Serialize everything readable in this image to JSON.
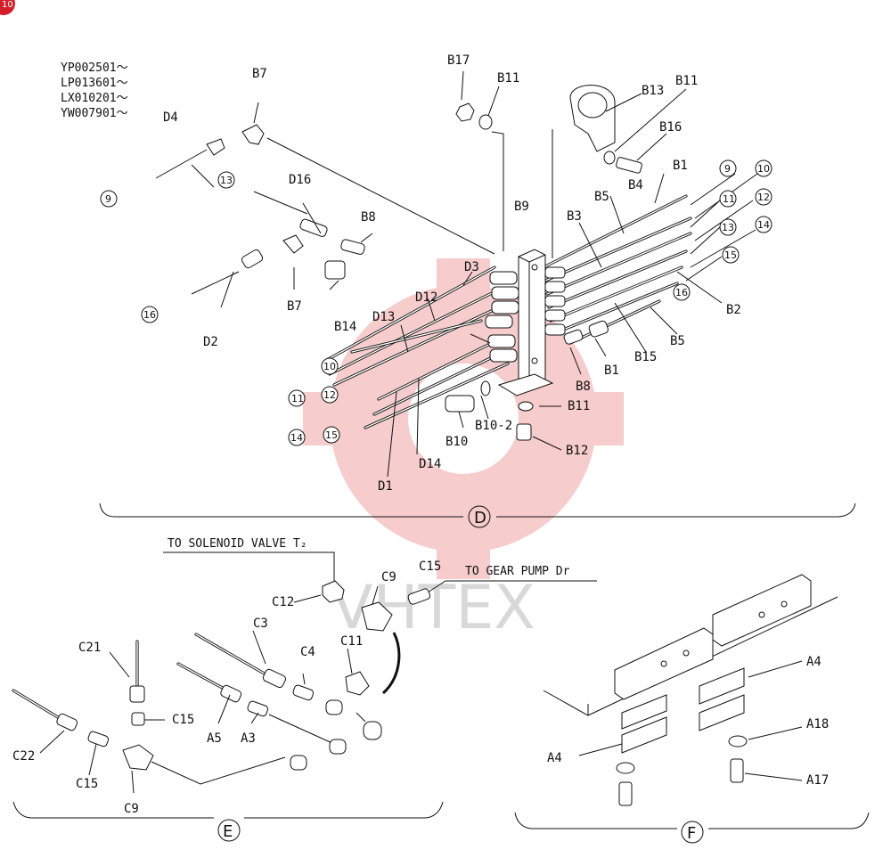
{
  "corner_badge": "10",
  "serial_numbers": [
    "YP002501～",
    "LP013601～",
    "LX010201～",
    "YW007901～"
  ],
  "watermark": "VHTEX",
  "sections": {
    "d": "D",
    "e": "E",
    "f": "F"
  },
  "notes": {
    "to_solenoid": "TO SOLENOID VALVE T₂",
    "to_gear_pump": "TO GEAR PUMP Dr"
  },
  "labels": {
    "b17": "B17",
    "b11_top": "B11",
    "b13": "B13",
    "b11_r": "B11",
    "b16": "B16",
    "b1_top": "B1",
    "b4": "B4",
    "b5_top": "B5",
    "b3": "B3",
    "b9": "B9",
    "b7_top": "B7",
    "d4": "D4",
    "d16": "D16",
    "b8_top": "B8",
    "b7_mid": "B7",
    "b14": "B14",
    "d3": "D3",
    "d12": "D12",
    "d13": "D13",
    "d2": "D2",
    "b2": "B2",
    "b5_bot": "B5",
    "b15": "B15",
    "b1_bot": "B1",
    "b8_bot": "B8",
    "b11_bot": "B11",
    "b10_2": "B10-2",
    "b10": "B10",
    "b12": "B12",
    "d14": "D14",
    "d1": "D1",
    "c12": "C12",
    "c9_top": "C9",
    "c15_top": "C15",
    "c3": "C3",
    "c4": "C4",
    "c11": "C11",
    "c21": "C21",
    "c15_mid": "C15",
    "a5": "A5",
    "a3": "A3",
    "c22": "C22",
    "c15_bot": "C15",
    "c9_bot": "C9",
    "a4_top": "A4",
    "a4_left": "A4",
    "a18": "A18",
    "a17": "A17"
  },
  "circled": {
    "n9_left": "9",
    "n13_left": "13",
    "n16_left": "16",
    "n10_left": "10",
    "n11_left": "11",
    "n12_left": "12",
    "n14_left": "14",
    "n15_left": "15",
    "n9_right": "9",
    "n10_right": "10",
    "n11_right": "11",
    "n12_right": "12",
    "n13_right": "13",
    "n14_right": "14",
    "n15_right": "15",
    "n16_right": "16"
  }
}
